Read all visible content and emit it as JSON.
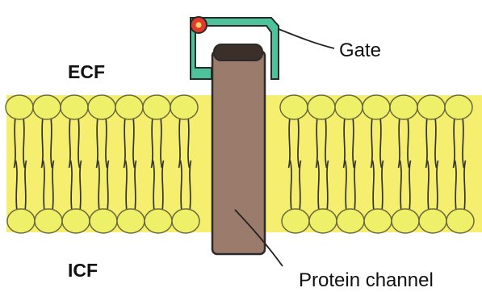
{
  "diagram": {
    "labels": {
      "ecf": "ECF",
      "icf": "ICF",
      "gate": "Gate",
      "protein_channel": "Protein channel"
    },
    "colors": {
      "background": "#ffffff",
      "band": "#f5ee6e",
      "lipid_head": "#eef06a",
      "lipid_head_outline": "#6a6a3a",
      "lipid_tail": "#333333",
      "channel": "#9b7b6b",
      "channel_outline": "#2a2a2a",
      "channel_top": "#3b2f2a",
      "gate": "#4cc39a",
      "gate_knob": "#e23a2a",
      "label_text": "#111111"
    }
  }
}
